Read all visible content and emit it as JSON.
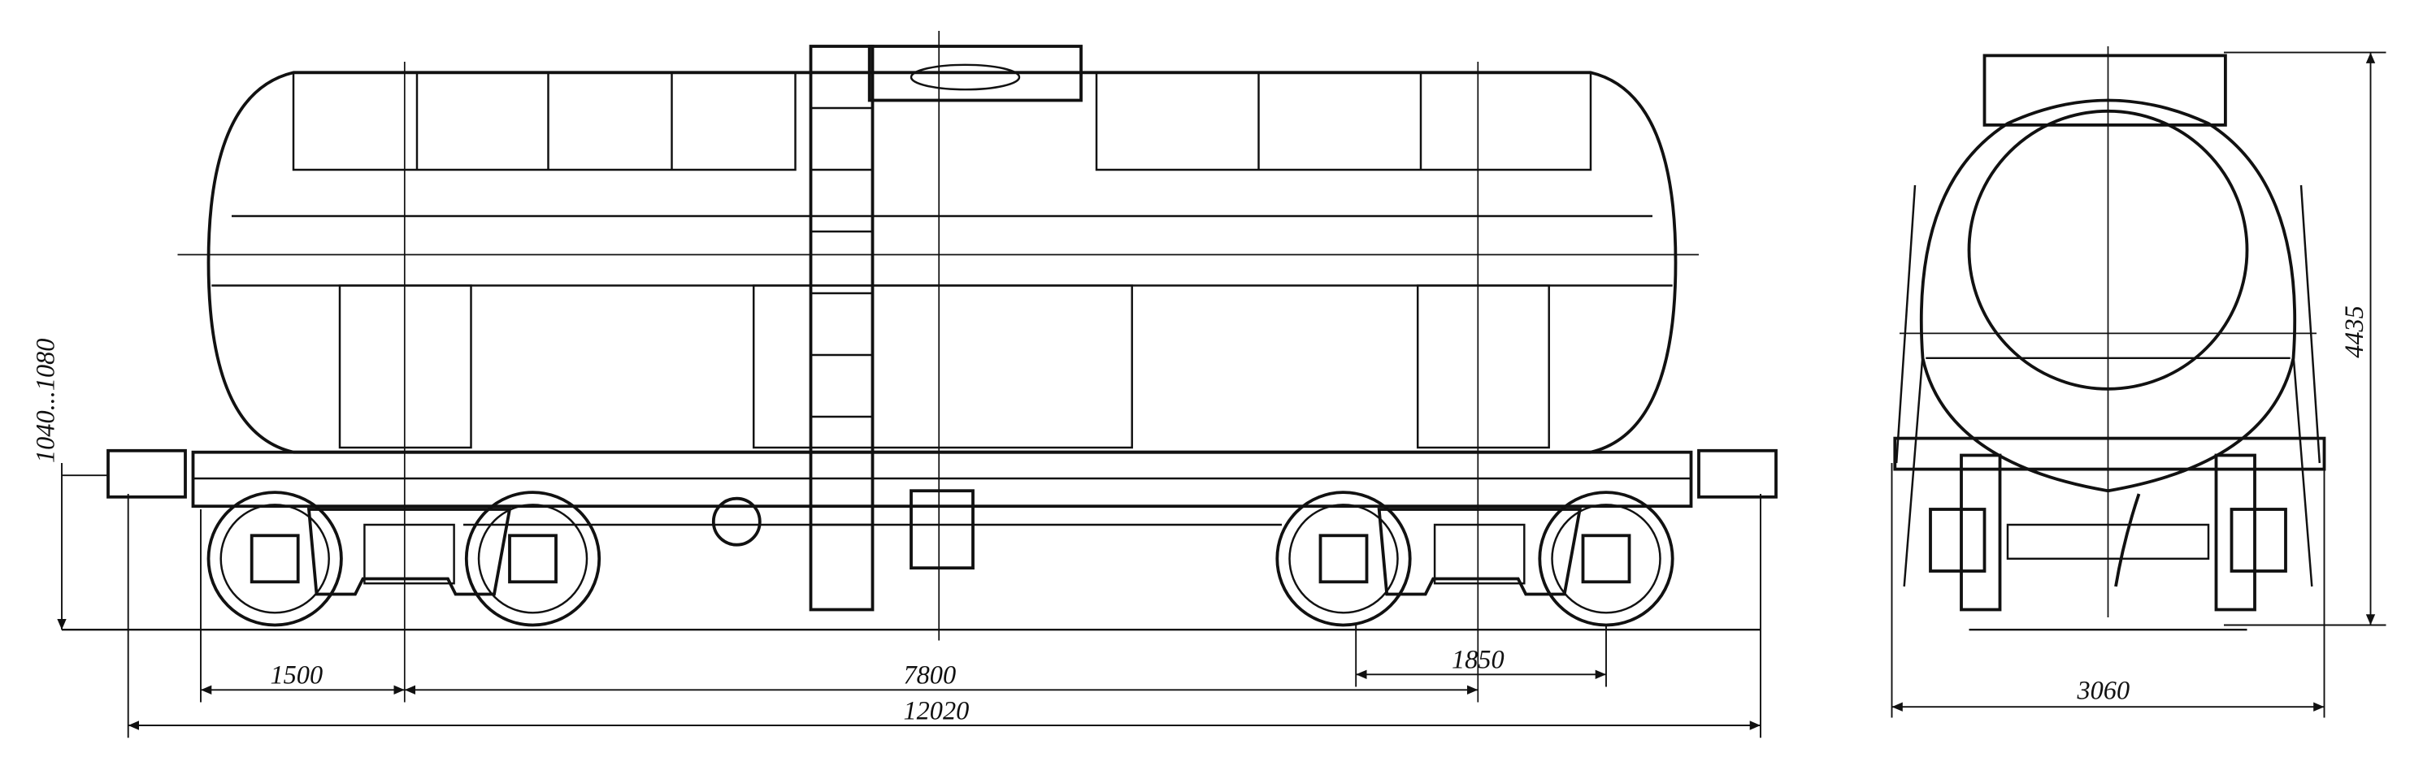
{
  "drawing": {
    "side_view": {
      "dimensions": {
        "axle_to_buffer": "1500",
        "bogie_centers": "7800",
        "bogie_wheelbase": "1850",
        "length_over_couplers": "12020",
        "coupler_height": "1040...1080"
      }
    },
    "end_view": {
      "dimensions": {
        "width": "3060",
        "height": "4435"
      }
    }
  }
}
